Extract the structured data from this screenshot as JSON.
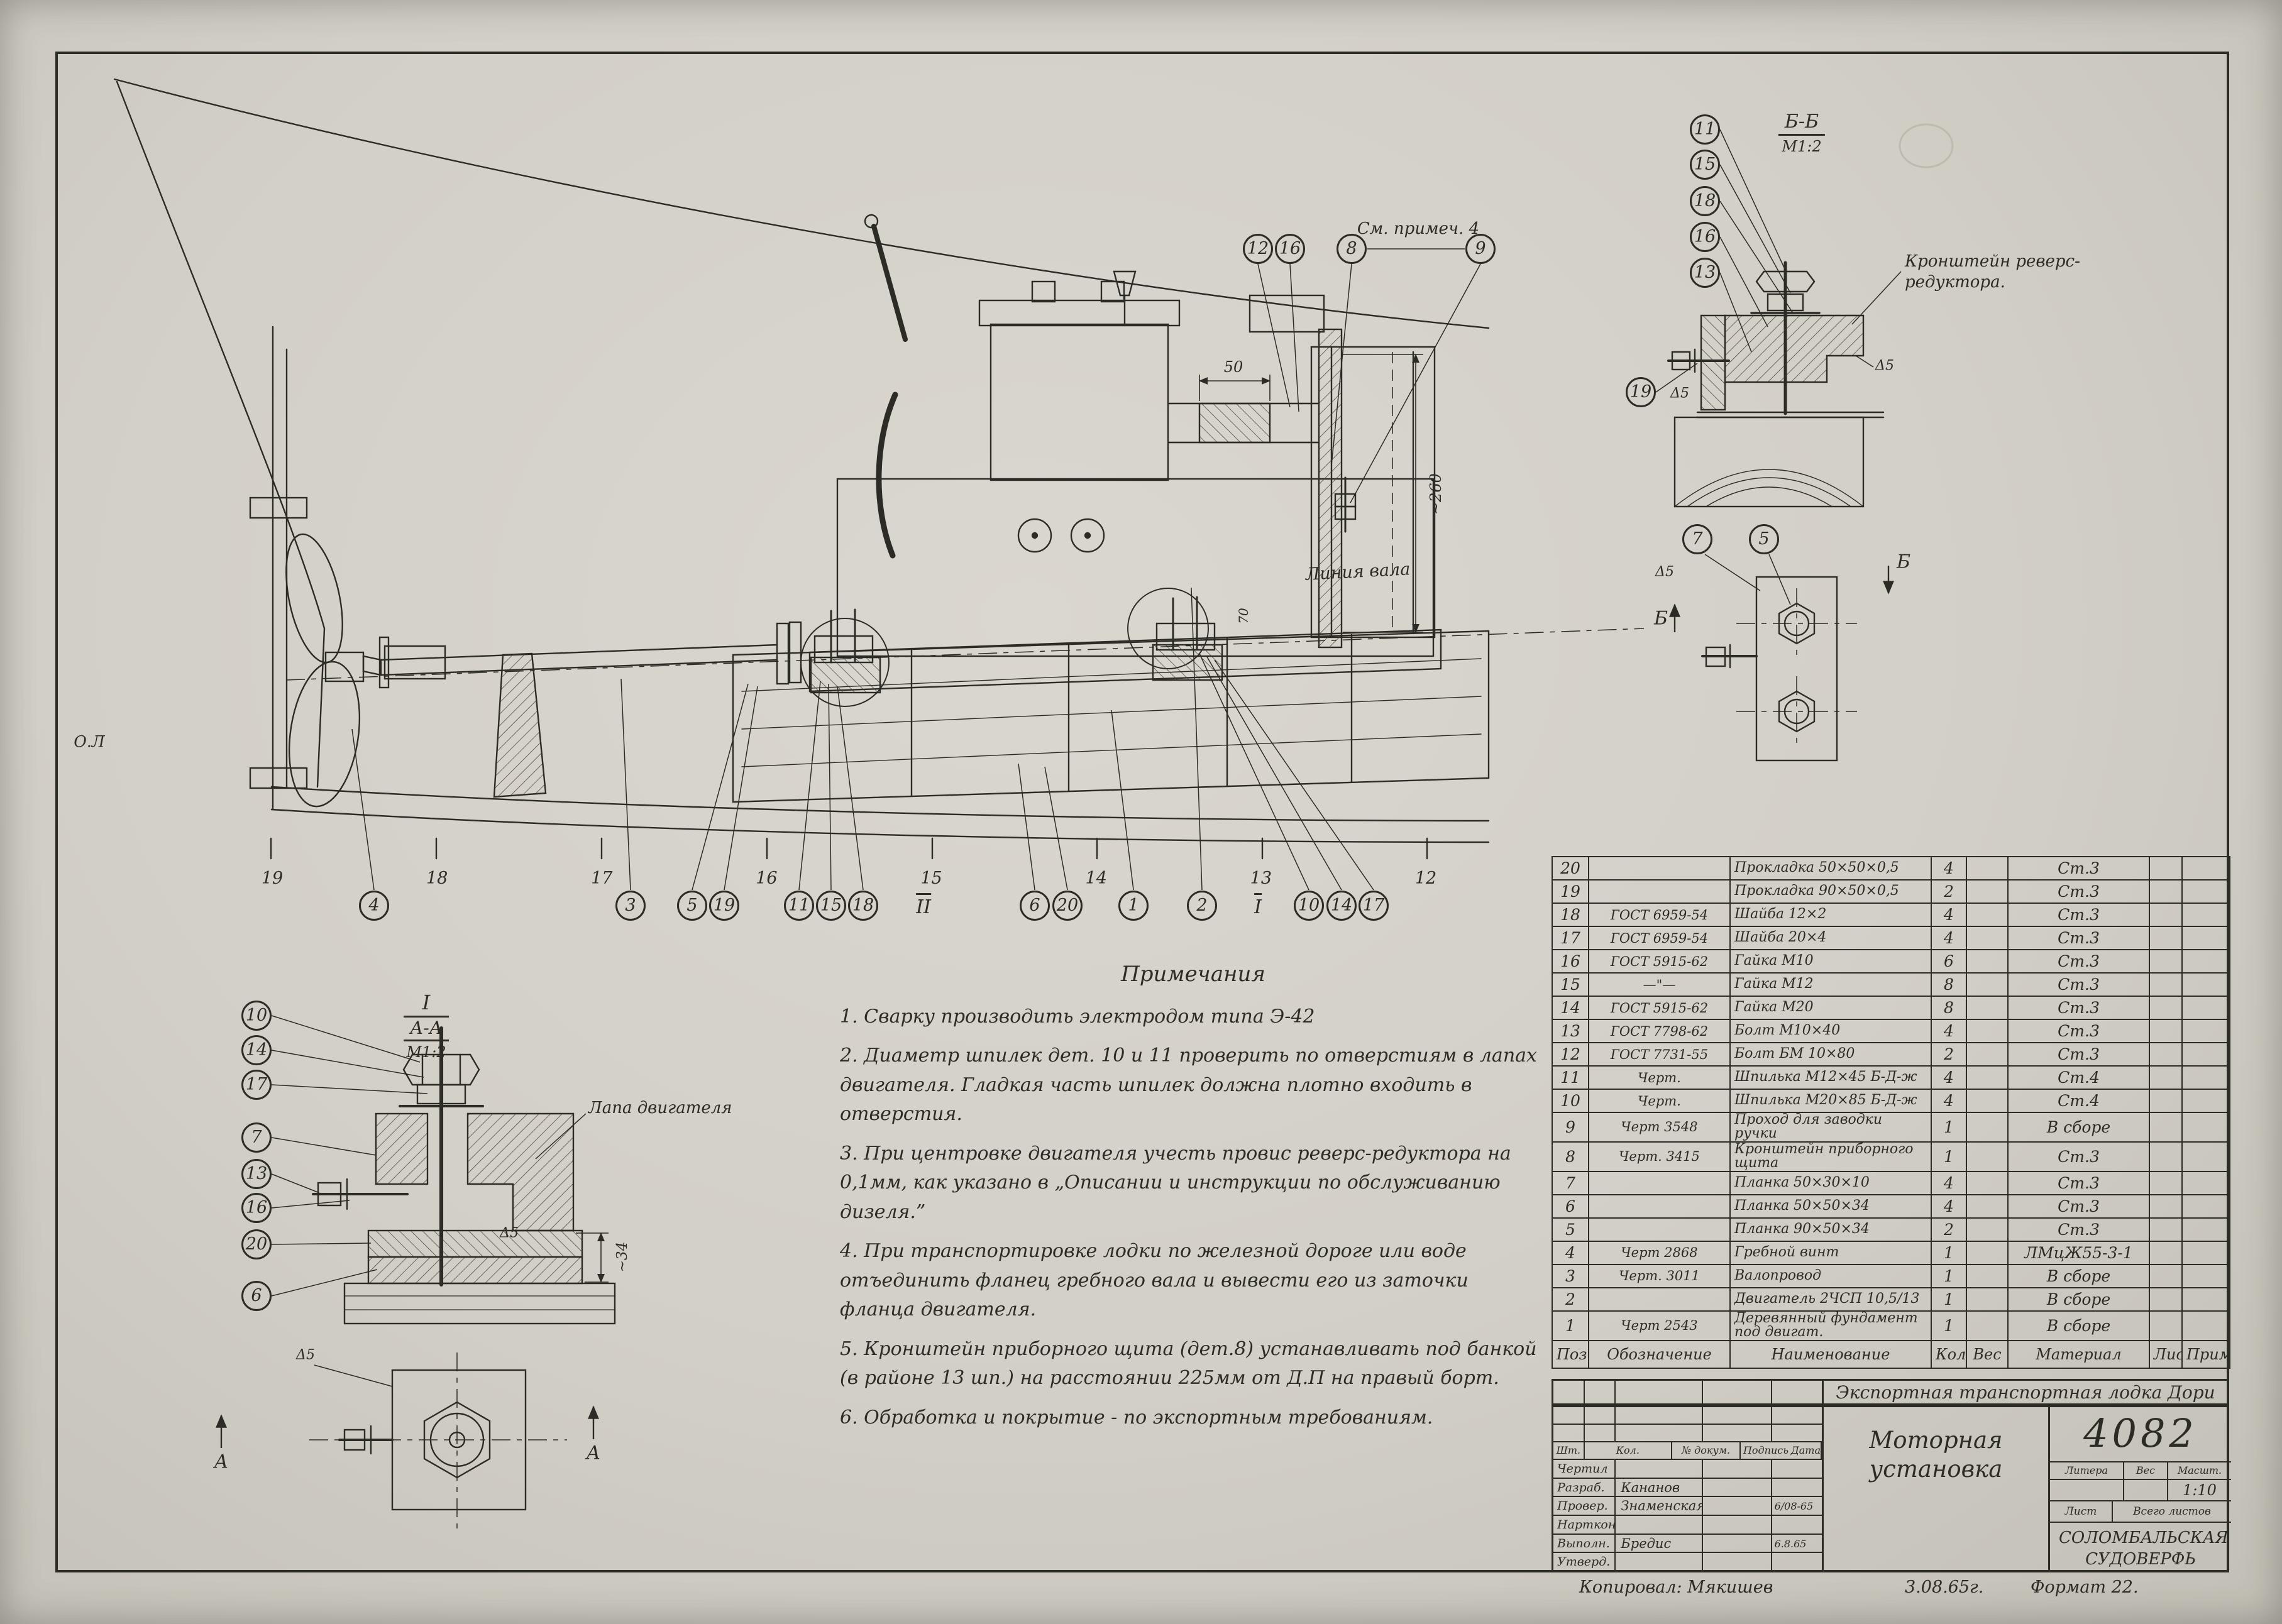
{
  "sheet": {
    "copied": "Копировал: Мякишев",
    "date_note": "3.08.65г.",
    "format_note": "Формат 22."
  },
  "labels": {
    "see_note": "См. примеч. 4",
    "shaft_line": "Линия вала",
    "ol": "О.Л",
    "dim_50": "50",
    "dim_70": "70",
    "dim_260": "~260",
    "dim_34": "~34",
    "detail_I": "I",
    "detail_II": "II",
    "section_bb": "Б-Б",
    "section_aa": "А-А",
    "scale_detail": "М1:2",
    "bracket_note": "Кронштейн реверс-редуктора.",
    "engine_paw": "Лапа двигателя",
    "weld": "Δ5",
    "b_mark": "Б",
    "a_mark": "А",
    "frames": [
      "19",
      "18",
      "17",
      "16",
      "15",
      "14",
      "13",
      "12"
    ]
  },
  "callouts": {
    "main_top": [
      "12",
      "16",
      "8",
      "9"
    ],
    "main_bottom": [
      "4",
      "3",
      "5",
      "19",
      "11",
      "15",
      "18",
      "6",
      "20",
      "1",
      "2",
      "10",
      "14",
      "17"
    ],
    "section_bb": [
      "11",
      "15",
      "18",
      "16",
      "13",
      "19"
    ],
    "view_b": [
      "7",
      "5"
    ],
    "detail_aa": [
      "10",
      "14",
      "17",
      "7",
      "13",
      "16",
      "20",
      "6"
    ]
  },
  "notes": {
    "title": "Примечания",
    "items": [
      "1. Сварку производить электродом типа Э-42",
      "2. Диаметр шпилек дет. 10 и 11 проверить по отверстиям в лапах двигателя. Гладкая часть шпилек должна плотно входить в отверстия.",
      "3. При центровке двигателя учесть провис реверс-редуктора на 0,1мм, как указано в „Описании и инструкции по обслуживанию дизеля.”",
      "4. При транспортировке лодки по железной дороге или воде отъединить фланец гребного вала и вывести его из заточки фланца двигателя.",
      "5. Кронштейн приборного щита (дет.8) устанавливать под банкой (в районе 13 шп.) на расстоянии 225мм от Д.П на правый борт.",
      "6. Обработка и покрытие - по экспортным требованиям."
    ]
  },
  "parts_table": {
    "headers": [
      "Поз.",
      "Обозначение",
      "Наименование",
      "Кол",
      "Вес",
      "Материал",
      "Лист",
      "Примеч."
    ],
    "rows": [
      {
        "pos": "20",
        "ref": "",
        "name": "Прокладка 50×50×0,5",
        "qty": "4",
        "wt": "",
        "mat": "Ст.3"
      },
      {
        "pos": "19",
        "ref": "",
        "name": "Прокладка 90×50×0,5",
        "qty": "2",
        "wt": "",
        "mat": "Ст.3"
      },
      {
        "pos": "18",
        "ref": "ГОСТ 6959-54",
        "name": "Шайба 12×2",
        "qty": "4",
        "wt": "",
        "mat": "Ст.3"
      },
      {
        "pos": "17",
        "ref": "ГОСТ 6959-54",
        "name": "Шайба 20×4",
        "qty": "4",
        "wt": "",
        "mat": "Ст.3"
      },
      {
        "pos": "16",
        "ref": "ГОСТ 5915-62",
        "name": "Гайка М10",
        "qty": "6",
        "wt": "",
        "mat": "Ст.3"
      },
      {
        "pos": "15",
        "ref": "—\"—",
        "name": "Гайка М12",
        "qty": "8",
        "wt": "",
        "mat": "Ст.3"
      },
      {
        "pos": "14",
        "ref": "ГОСТ 5915-62",
        "name": "Гайка М20",
        "qty": "8",
        "wt": "",
        "mat": "Ст.3"
      },
      {
        "pos": "13",
        "ref": "ГОСТ 7798-62",
        "name": "Болт М10×40",
        "qty": "4",
        "wt": "",
        "mat": "Ст.3"
      },
      {
        "pos": "12",
        "ref": "ГОСТ 7731-55",
        "name": "Болт БМ 10×80",
        "qty": "2",
        "wt": "",
        "mat": "Ст.3"
      },
      {
        "pos": "11",
        "ref": "Черт.",
        "name": "Шпилька М12×45 Б-Д-ж",
        "qty": "4",
        "wt": "",
        "mat": "Ст.4"
      },
      {
        "pos": "10",
        "ref": "Черт.",
        "name": "Шпилька М20×85 Б-Д-ж",
        "qty": "4",
        "wt": "",
        "mat": "Ст.4"
      },
      {
        "pos": "9",
        "ref": "Черт 3548",
        "name": "Проход для заводки ручки",
        "qty": "1",
        "wt": "",
        "mat": "В сборе"
      },
      {
        "pos": "8",
        "ref": "Черт. 3415",
        "name": "Кронштейн приборного щита",
        "qty": "1",
        "wt": "",
        "mat": "Ст.3"
      },
      {
        "pos": "7",
        "ref": "",
        "name": "Планка 50×30×10",
        "qty": "4",
        "wt": "",
        "mat": "Ст.3"
      },
      {
        "pos": "6",
        "ref": "",
        "name": "Планка 50×50×34",
        "qty": "4",
        "wt": "",
        "mat": "Ст.3"
      },
      {
        "pos": "5",
        "ref": "",
        "name": "Планка 90×50×34",
        "qty": "2",
        "wt": "",
        "mat": "Ст.3"
      },
      {
        "pos": "4",
        "ref": "Черт 2868",
        "name": "Гребной винт",
        "qty": "1",
        "wt": "",
        "mat": "ЛМцЖ55-3-1"
      },
      {
        "pos": "3",
        "ref": "Черт. 3011",
        "name": "Валопровод",
        "qty": "1",
        "wt": "",
        "mat": "В сборе"
      },
      {
        "pos": "2",
        "ref": "",
        "name": "Двигатель 2ЧСП 10,5/13",
        "qty": "1",
        "wt": "",
        "mat": "В сборе"
      },
      {
        "pos": "1",
        "ref": "Черт 2543",
        "name": "Деревянный фундамент под двигат.",
        "qty": "1",
        "wt": "",
        "mat": "В сборе"
      }
    ]
  },
  "title_block": {
    "project": "Экспортная транспортная лодка Дори",
    "doc_cols": [
      "Шт.",
      "Кол.",
      "№ докум.",
      "Подпись",
      "Дата"
    ],
    "sign_rows": [
      {
        "role": "Чертил",
        "name": "",
        "date": ""
      },
      {
        "role": "Разраб.",
        "name": "Кананов",
        "date": ""
      },
      {
        "role": "Провер.",
        "name": "Знаменская",
        "date": "6/08-65"
      },
      {
        "role": "Нарткон.",
        "name": "",
        "date": ""
      },
      {
        "role": "Выполн.",
        "name": "Бредис",
        "date": "6.8.65"
      },
      {
        "role": "Утверд.",
        "name": "",
        "date": ""
      }
    ],
    "title": "Моторная установка",
    "number": "4082",
    "litera_label": "Литера",
    "weight_label": "Вес",
    "scale_label": "Масшт.",
    "scale_value": "1:10",
    "sheet_label": "Лист",
    "total_sheets_label": "Всего листов",
    "factory": "СОЛОМБАЛЬСКАЯ СУДОВЕРФЬ"
  }
}
